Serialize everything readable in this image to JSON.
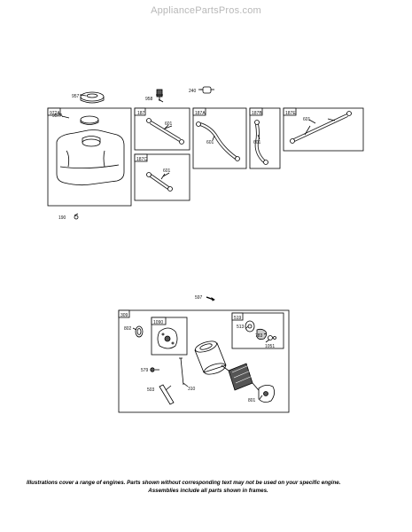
{
  "site": {
    "title": "AppliancePartsPros.com"
  },
  "callouts": {
    "p957": "957",
    "p958": "958",
    "p240": "240",
    "p190": "190",
    "p597": "597",
    "p957A": "957A",
    "p601_187": "601",
    "p601_187A": "601",
    "p601_187B": "601",
    "p601_187E": "601",
    "p601_187C": "601",
    "p802": "802",
    "p579": "579",
    "p503": "503",
    "p310": "310",
    "p801": "801",
    "p513": "513",
    "p783": "783",
    "p1051": "1051"
  },
  "frames": {
    "f972A": "972A",
    "f187": "187",
    "f187A": "187A",
    "f187B": "187B",
    "f187E": "187E",
    "f187C": "187C",
    "f309": "309",
    "f1090": "1090",
    "f519": "519"
  },
  "footer": {
    "line1": "Illustrations cover a range of engines. Parts shown without corresponding text may not be used on your specific engine.",
    "line2": "Assemblies include all parts shown in frames."
  }
}
